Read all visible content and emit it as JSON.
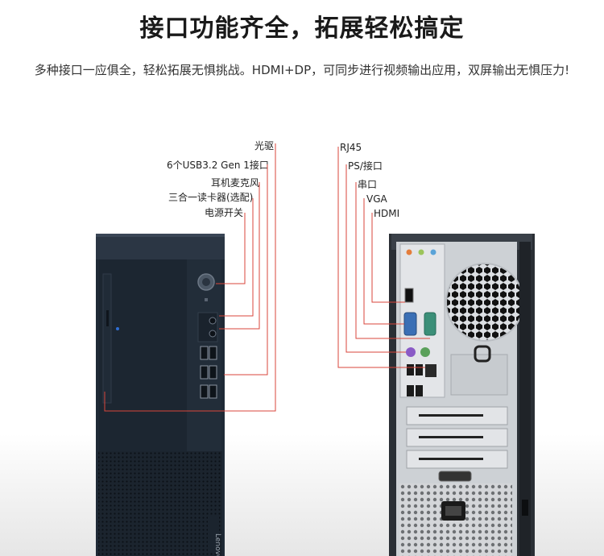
{
  "heading": {
    "title": "接口功能齐全，拓展轻松搞定",
    "subtitle": "多种接口一应俱全，轻松拓展无惧挑战。HDMI+DP，可同步进行视频输出应用，双屏输出无惧压力!"
  },
  "front_labels": [
    "光驱",
    "6个USB3.2 Gen 1接口",
    "耳机麦克风",
    "三合一读卡器(选配)",
    "电源开关"
  ],
  "rear_labels": [
    "RJ45",
    "PS/接口",
    "串口",
    "VGA",
    "HDMI"
  ],
  "brand": "Lenovo",
  "colors": {
    "callout_line": "#d9463b",
    "case_body": "#1f2a36",
    "case_top": "#2c3846",
    "rear_panel": "#cfd2d6"
  }
}
